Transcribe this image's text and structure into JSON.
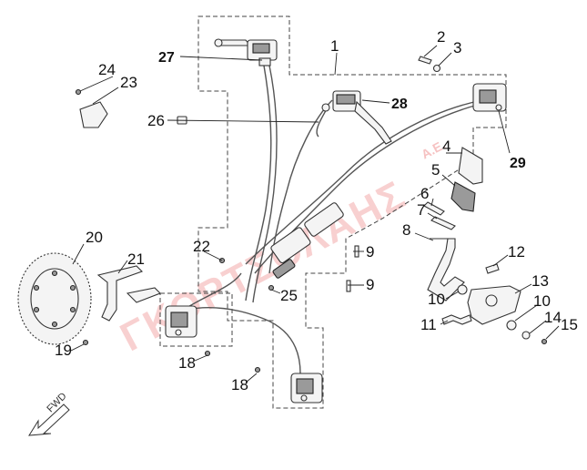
{
  "callouts": {
    "c1": "1",
    "c2": "2",
    "c3": "3",
    "c4": "4",
    "c5": "5",
    "c6": "6",
    "c7": "7",
    "c8": "8",
    "c9a": "9",
    "c9b": "9",
    "c10a": "10",
    "c10b": "10",
    "c11": "11",
    "c12": "12",
    "c13": "13",
    "c14": "14",
    "c15": "15",
    "c18a": "18",
    "c18b": "18",
    "c19": "19",
    "c20": "20",
    "c21": "21",
    "c22": "22",
    "c23": "23",
    "c24": "24",
    "c25": "25",
    "c26": "26",
    "c27": "27",
    "c28": "28",
    "c29": "29"
  },
  "watermark": {
    "main": "ΓΚΟΡΤΣΟΛΑΗΣ",
    "suffix": "A.E."
  },
  "direction_label": "FWD",
  "colors": {
    "watermark": "#eb7878",
    "line": "#222222"
  }
}
